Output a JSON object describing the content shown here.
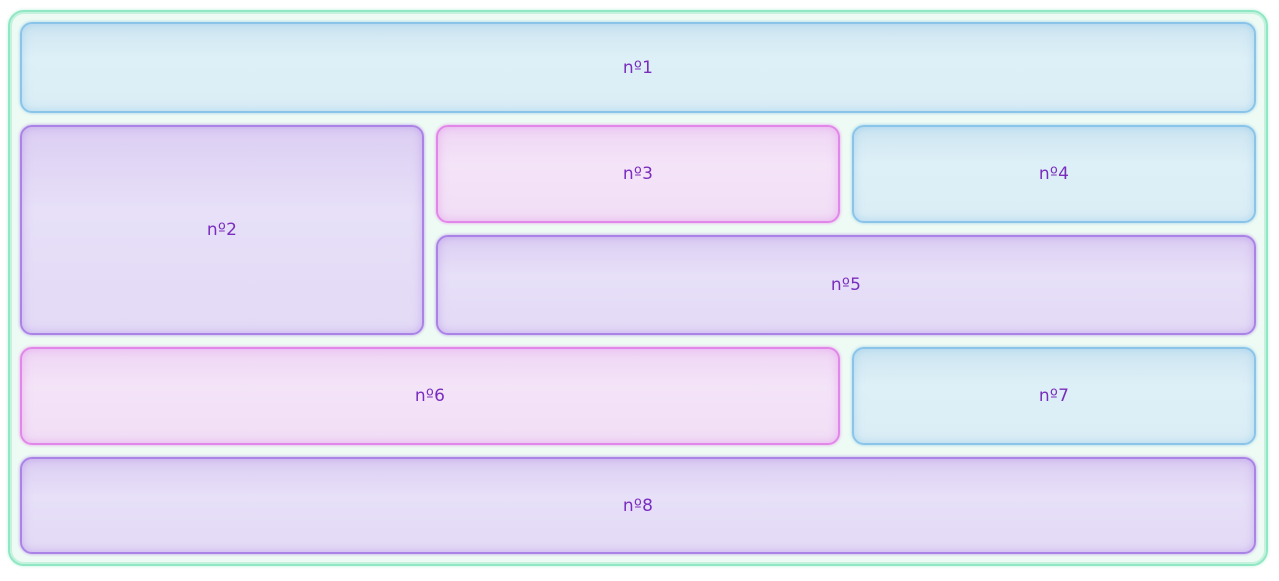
{
  "container": {
    "background": "#eefbf4",
    "border_color": "#90e7c4"
  },
  "palette": {
    "blue": {
      "border": "#8ac5e9",
      "fill": "#ddeef6"
    },
    "purple": {
      "border": "#ab83e6",
      "fill": "#e5def7"
    },
    "pink": {
      "border": "#e287e9",
      "fill": "#f2e1f6"
    }
  },
  "text_color": "#7a2dbd",
  "grid": {
    "items": [
      {
        "label": "nº1",
        "variant": "blue"
      },
      {
        "label": "nº2",
        "variant": "purple"
      },
      {
        "label": "nº3",
        "variant": "pink"
      },
      {
        "label": "nº4",
        "variant": "blue"
      },
      {
        "label": "nº5",
        "variant": "purple"
      },
      {
        "label": "nº6",
        "variant": "pink"
      },
      {
        "label": "nº7",
        "variant": "blue"
      },
      {
        "label": "nº8",
        "variant": "purple"
      }
    ]
  }
}
